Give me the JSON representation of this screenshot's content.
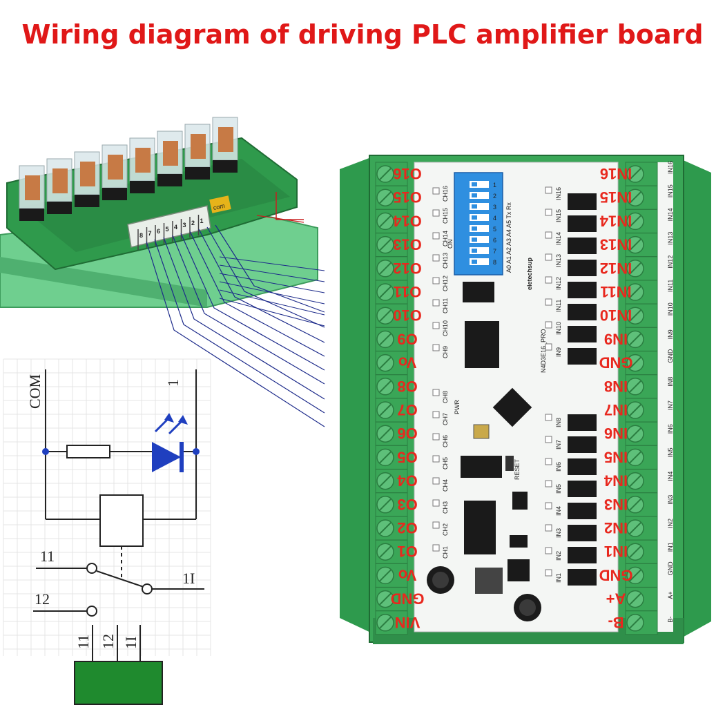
{
  "title": "Wiring diagram of driving PLC amplifier board",
  "relay_module": {
    "terminal_labels": [
      "8",
      "7",
      "6",
      "5",
      "4",
      "3",
      "2",
      "1"
    ],
    "com_label": "com"
  },
  "schematic": {
    "com_label": "COM",
    "coil_label": "1",
    "contact_no": "11",
    "contact_nc": "12",
    "common_label": "1I",
    "pin_labels": [
      "11",
      "12",
      "1I"
    ]
  },
  "board": {
    "model": "N4D3E16_PRO",
    "brand": "eletechsup",
    "reset_label": "RESET",
    "pwr_label": "PWR",
    "dip_on": "ON",
    "dip_numbers": [
      "1",
      "2",
      "3",
      "4",
      "5",
      "6",
      "7",
      "8"
    ],
    "dip_header": "A0 A1 A2 A3 A4 A5 Tx Rx",
    "left_terminals": [
      "O16",
      "O15",
      "O14",
      "O13",
      "O12",
      "O11",
      "O10",
      "O9",
      "Vo",
      "O8",
      "O7",
      "O6",
      "O5",
      "O4",
      "O3",
      "O2",
      "O1",
      "Vo",
      "GND",
      "VIN"
    ],
    "right_terminals": [
      "IN16",
      "IN15",
      "IN14",
      "IN13",
      "IN12",
      "IN11",
      "IN10",
      "IN9",
      "GND",
      "IN8",
      "IN7",
      "IN6",
      "IN5",
      "IN4",
      "IN3",
      "IN2",
      "IN1",
      "GND",
      "A+",
      "B-"
    ],
    "silk_right": [
      "IN16",
      "IN15",
      "IN14",
      "IN13",
      "IN12",
      "IN11",
      "IN10",
      "IN9",
      "GND",
      "IN8",
      "IN7",
      "IN6",
      "IN5",
      "IN4",
      "IN3",
      "IN2",
      "IN1",
      "GND",
      "A+",
      "B-"
    ],
    "inner_in_labels": [
      "IN16",
      "IN15",
      "IN14",
      "IN13",
      "IN12",
      "IN11",
      "IN10",
      "IN9",
      "IN8",
      "IN7",
      "IN6",
      "IN5",
      "IN4",
      "IN3",
      "IN2",
      "IN1"
    ],
    "ch_labels": [
      "CH16",
      "CH15",
      "CH14",
      "CH13",
      "CH12",
      "CH11",
      "CH10",
      "CH9",
      "CH8",
      "CH7",
      "CH6",
      "CH5",
      "CH4",
      "CH3",
      "CH2",
      "CH1"
    ]
  },
  "colors": {
    "title_red": "#e01818",
    "terminal_green": "#3aa657",
    "wire_blue": "#1c2a8a",
    "wire_red": "#c81e1e",
    "led_blue": "#1f3fbf"
  }
}
